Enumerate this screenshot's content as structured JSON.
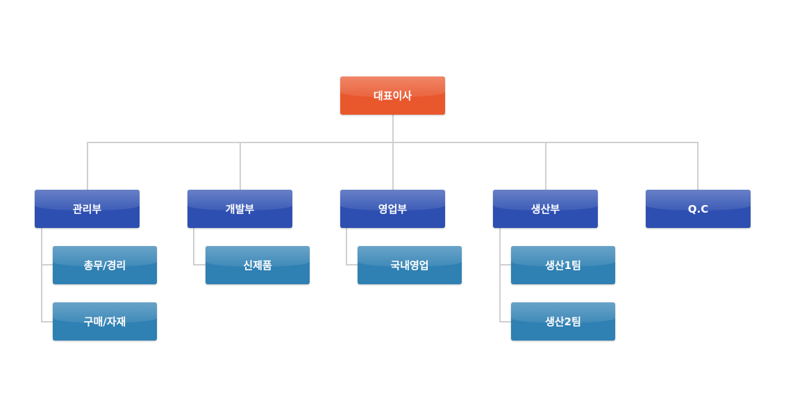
{
  "chart_data": {
    "type": "org-chart",
    "root": {
      "label": "대표이사",
      "children": [
        {
          "label": "관리부",
          "children": [
            {
              "label": "총무/경리"
            },
            {
              "label": "구매/자재"
            }
          ]
        },
        {
          "label": "개발부",
          "children": [
            {
              "label": "신제품"
            }
          ]
        },
        {
          "label": "영업부",
          "children": [
            {
              "label": "국내영업"
            }
          ]
        },
        {
          "label": "생산부",
          "children": [
            {
              "label": "생산1팀"
            },
            {
              "label": "생산2팀"
            }
          ]
        },
        {
          "label": "Q.C",
          "children": []
        }
      ]
    },
    "colors": {
      "ceo": "#e9572d",
      "department": "#2d4fb1",
      "team": "#2f80b3",
      "connector": "#cfcfcf"
    }
  },
  "ceo": "대표이사",
  "departments": [
    "관리부",
    "개발부",
    "영업부",
    "생산부",
    "Q.C"
  ],
  "teams": {
    "admin": [
      "총무/경리",
      "구매/자재"
    ],
    "dev": [
      "신제품"
    ],
    "sales": [
      "국내영업"
    ],
    "production": [
      "생산1팀",
      "생산2팀"
    ]
  }
}
